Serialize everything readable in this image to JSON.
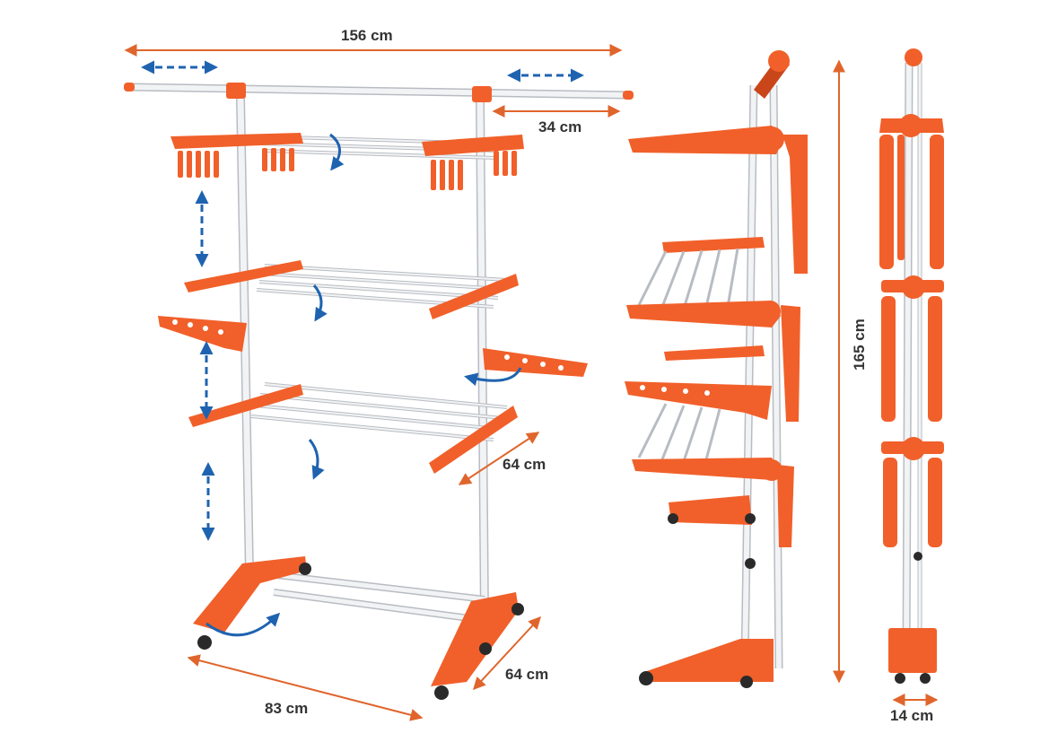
{
  "colors": {
    "frame": "#f1602a",
    "frame_dark": "#c9461b",
    "tube": "#f2f3f5",
    "tube_edge": "#b8bcc2",
    "arrow_blue": "#1f63b0",
    "dimension_line": "#e0652c",
    "label": "#333333",
    "wheel": "#2a2a2a"
  },
  "dimensions": {
    "total_width": "156 cm",
    "extension": "34 cm",
    "depth_shelf": "64 cm",
    "depth_base": "64 cm",
    "base_width": "83 cm",
    "height": "165 cm",
    "folded_thickness": "14 cm"
  },
  "views": [
    "front-three-quarter-view",
    "side-view",
    "folded-view"
  ]
}
